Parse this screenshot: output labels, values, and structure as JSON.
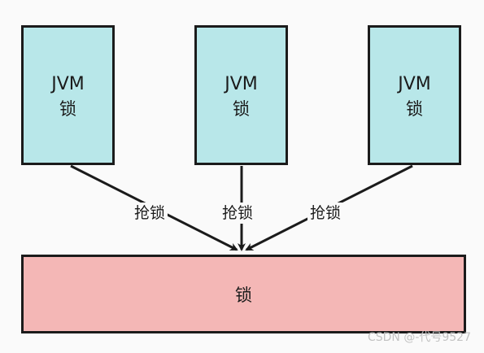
{
  "diagram": {
    "jvm_boxes": [
      {
        "line1": "JVM",
        "line2": "锁"
      },
      {
        "line1": "JVM",
        "line2": "锁"
      },
      {
        "line1": "JVM",
        "line2": "锁"
      }
    ],
    "lock_box": {
      "label": "锁"
    },
    "edges": [
      {
        "label": "抢锁"
      },
      {
        "label": "抢锁"
      },
      {
        "label": "抢锁"
      }
    ],
    "colors": {
      "jvm_fill": "#b8e7e9",
      "lock_fill": "#f4b7b6",
      "stroke": "#1b1b1b"
    }
  },
  "watermark": "CSDN @-代号9527"
}
